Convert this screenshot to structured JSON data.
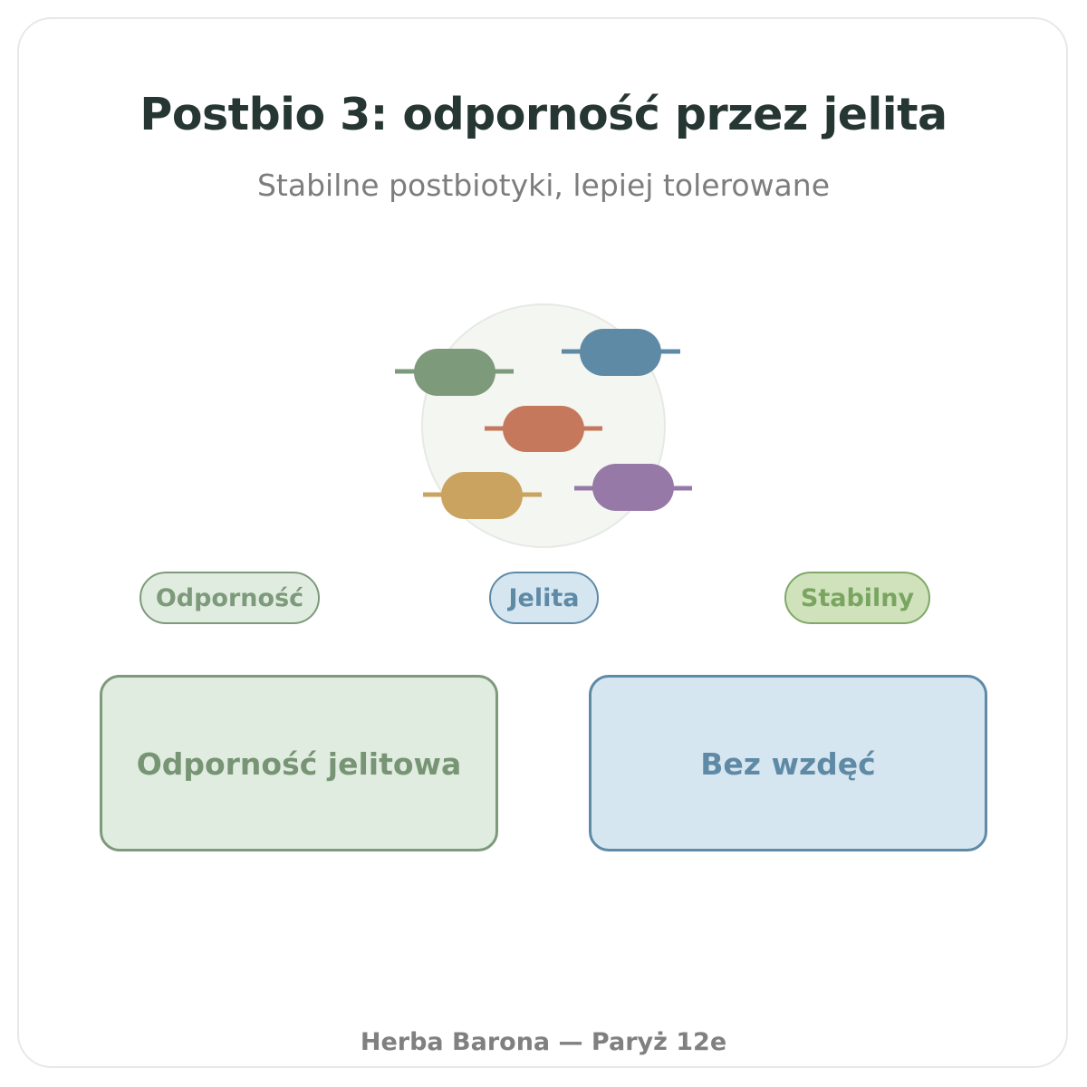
{
  "header": {
    "title": "Postbio 3: odporność przez jelita",
    "subtitle": "Stabilne postbiotyki, lepiej tolerowane"
  },
  "illustration": {
    "icon": "bacteria-capsules-icon",
    "circle_color": "#f4f6f2",
    "capsule_colors": [
      "#7d9a7b",
      "#5f8aa6",
      "#c6785c",
      "#c9a35f",
      "#9679a6"
    ]
  },
  "tags": {
    "immunity": "Odporność",
    "gut": "Jelita",
    "stable": "Stabilny"
  },
  "benefits": {
    "left": "Odporność jelitowa",
    "right": "Bez wzdęć"
  },
  "footer": {
    "brand": "Herba Barona — Paryż 12e"
  },
  "colors": {
    "green": "#7d9a7b",
    "blue": "#5f8aa6",
    "light_green": "#80a866",
    "title": "#263632"
  }
}
